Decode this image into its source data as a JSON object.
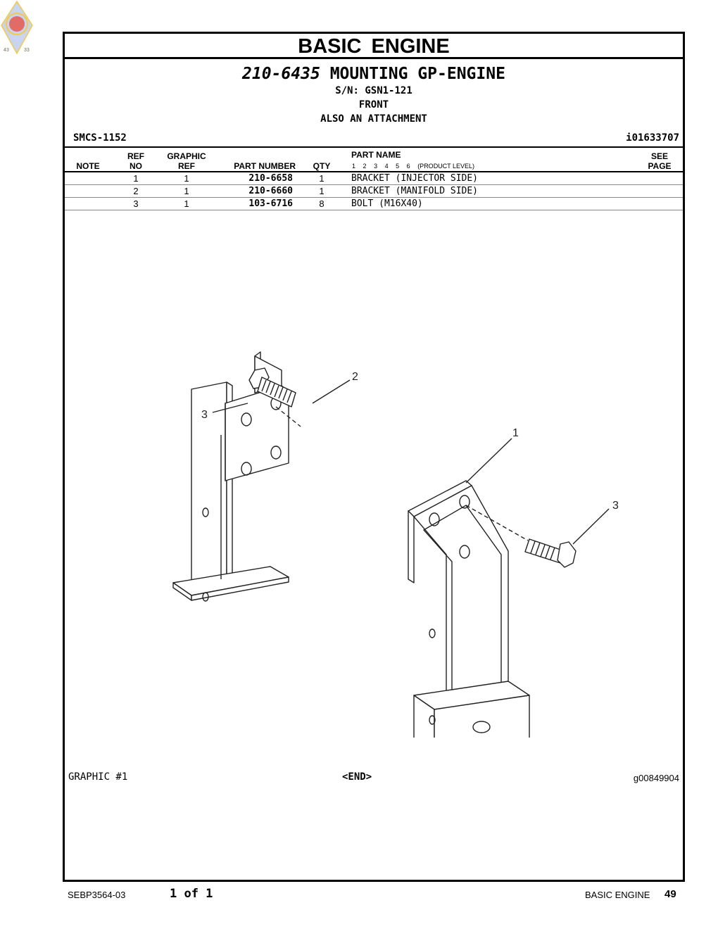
{
  "header": {
    "section_title": "BASIC ENGINE",
    "group_number": "210-6435",
    "group_name": "MOUNTING GP-ENGINE",
    "serial": "S/N: GSN1-121",
    "position": "FRONT",
    "attachment": "ALSO AN ATTACHMENT",
    "smcs": "SMCS-1152",
    "illustration_id": "i01633707"
  },
  "table": {
    "headers": {
      "note": "NOTE",
      "ref_top": "REF",
      "ref_bottom": "NO",
      "graphic_top": "GRAPHIC",
      "graphic_bottom": "REF",
      "part_number": "PART NUMBER",
      "qty": "QTY",
      "part_name": "PART NAME",
      "levels": [
        "1",
        "2",
        "3",
        "4",
        "5",
        "6"
      ],
      "levels_label": "(PRODUCT LEVEL)",
      "see_top": "SEE",
      "see_bottom": "PAGE"
    },
    "rows": [
      {
        "ref": "1",
        "graphic_ref": "1",
        "part_number": "210-6658",
        "qty": "1",
        "name": "BRACKET (INJECTOR SIDE)"
      },
      {
        "ref": "2",
        "graphic_ref": "1",
        "part_number": "210-6660",
        "qty": "1",
        "name": "BRACKET (MANIFOLD SIDE)"
      },
      {
        "ref": "3",
        "graphic_ref": "1",
        "part_number": "103-6716",
        "qty": "8",
        "name": "BOLT (M16X40)"
      }
    ]
  },
  "drawing": {
    "callouts": [
      "2",
      "3",
      "1",
      "3"
    ]
  },
  "graphic": {
    "label": "GRAPHIC #1",
    "end": "<END>",
    "id": "g00849904"
  },
  "footer": {
    "doc": "SEBP3564-03",
    "page_of": "1 of 1",
    "section": "BASIC ENGINE",
    "page_number": "49"
  },
  "logo": {
    "icon": "diamond-emblem-icon",
    "numbers": [
      "43",
      "33"
    ],
    "colors": {
      "outer": "#c9d4f0",
      "inner": "#e84a3a",
      "ring": "#f3c94a"
    }
  }
}
